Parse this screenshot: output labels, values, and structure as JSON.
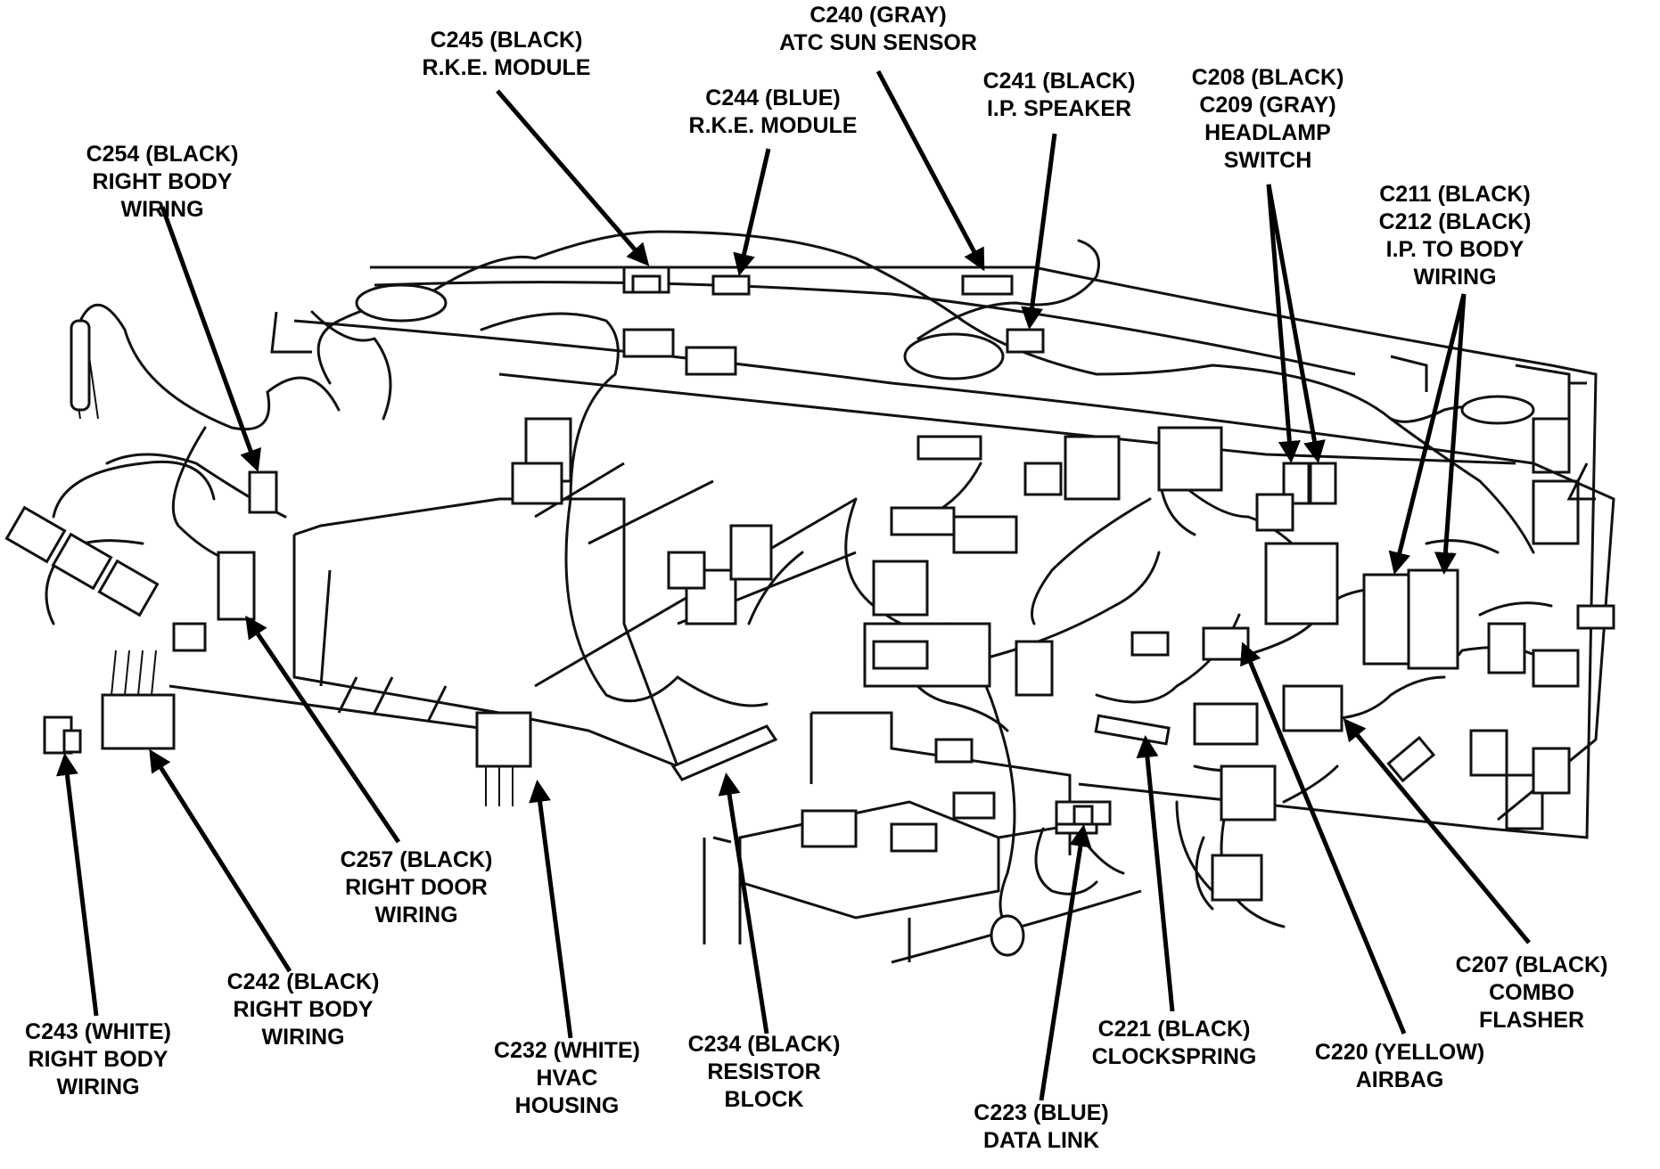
{
  "labels": [
    {
      "id": "c240",
      "lines": [
        "C240 (GRAY)",
        "ATC SUN SENSOR"
      ]
    },
    {
      "id": "c245",
      "lines": [
        "C245 (BLACK)",
        "R.K.E. MODULE"
      ]
    },
    {
      "id": "c244",
      "lines": [
        "C244 (BLUE)",
        "R.K.E. MODULE"
      ]
    },
    {
      "id": "c241",
      "lines": [
        "C241 (BLACK)",
        "I.P. SPEAKER"
      ]
    },
    {
      "id": "c208",
      "lines": [
        "C208 (BLACK)",
        "C209 (GRAY)",
        "HEADLAMP",
        "SWITCH"
      ]
    },
    {
      "id": "c254",
      "lines": [
        "C254 (BLACK)",
        "RIGHT BODY",
        "WIRING"
      ]
    },
    {
      "id": "c211",
      "lines": [
        "C211 (BLACK)",
        "C212 (BLACK)",
        "I.P. TO BODY",
        "WIRING"
      ]
    },
    {
      "id": "c257",
      "lines": [
        "C257 (BLACK)",
        "RIGHT DOOR",
        "WIRING"
      ]
    },
    {
      "id": "c242",
      "lines": [
        "C242 (BLACK)",
        "RIGHT BODY",
        "WIRING"
      ]
    },
    {
      "id": "c243",
      "lines": [
        "C243 (WHITE)",
        "RIGHT BODY",
        "WIRING"
      ]
    },
    {
      "id": "c232",
      "lines": [
        "C232 (WHITE)",
        "HVAC",
        "HOUSING"
      ]
    },
    {
      "id": "c234",
      "lines": [
        "C234 (BLACK)",
        "RESISTOR",
        "BLOCK"
      ]
    },
    {
      "id": "c223",
      "lines": [
        "C223 (BLUE)",
        "DATA LINK"
      ]
    },
    {
      "id": "c221",
      "lines": [
        "C221 (BLACK)",
        "CLOCKSPRING"
      ]
    },
    {
      "id": "c220",
      "lines": [
        "C220 (YELLOW)",
        "AIRBAG"
      ]
    },
    {
      "id": "c207",
      "lines": [
        "C207 (BLACK)",
        "COMBO",
        "FLASHER"
      ]
    }
  ]
}
